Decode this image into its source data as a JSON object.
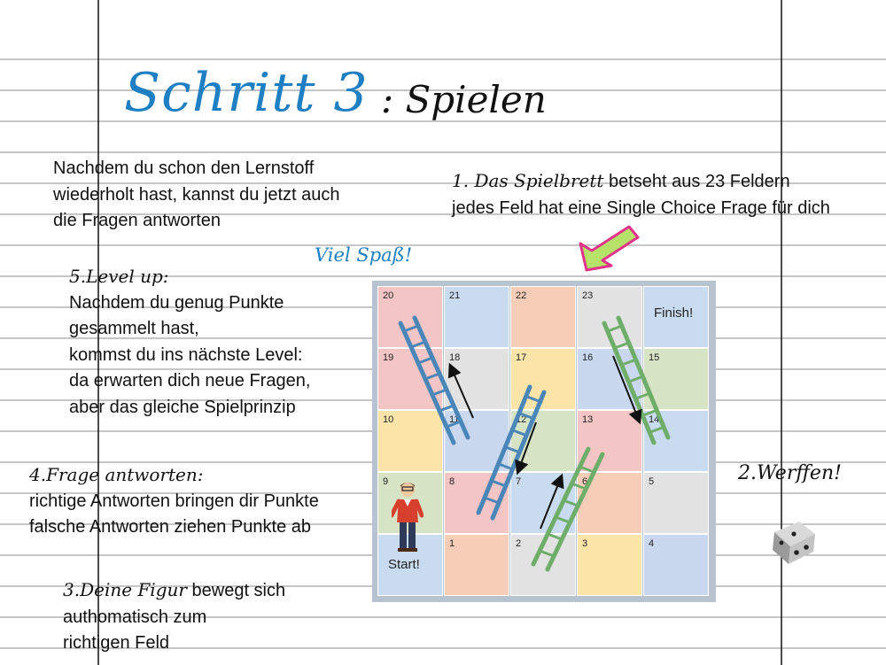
{
  "title": "Schritt 3",
  "subtitle": ": Spielen",
  "intro": {
    "lines": [
      "Nachdem du schon den Lernstoff",
      "wiederholt hast, kannst du jetzt auch",
      "die Fragen antworten"
    ]
  },
  "step1": {
    "heading": "1. Das Spielbrett",
    "line1_rest": " betseht aus 23 Feldern",
    "line2": "jedes Feld hat eine Single Choice Frage für dich"
  },
  "fun": "Viel Spaß!",
  "step5": {
    "heading": "5.Level up:",
    "lines": [
      "Nachdem du genug Punkte",
      "gesammelt hast,",
      "kommst du ins nächste Level:",
      "da erwarten dich neue Fragen,",
      "aber das gleiche Spielprinzip"
    ]
  },
  "step4": {
    "heading": "4.Frage antworten:",
    "lines": [
      "richtige Antworten bringen dir Punkte",
      "falsche Antworten ziehen Punkte ab"
    ]
  },
  "step2": "2.Werffen!",
  "step3": {
    "heading": "3.Deine Figur",
    "line1_rest": " bewegt sich",
    "lines": [
      "authomatisch zum",
      "richtigen Feld"
    ]
  },
  "board": {
    "rows": [
      [
        {
          "n": "20",
          "c": "#f4c5c5"
        },
        {
          "n": "21",
          "c": "#c9dbef"
        },
        {
          "n": "22",
          "c": "#f6cdb6"
        },
        {
          "n": "23",
          "c": "#e2e2e2"
        },
        {
          "n": "",
          "c": "#c9dbef"
        }
      ],
      [
        {
          "n": "19",
          "c": "#f4c5c5"
        },
        {
          "n": "18",
          "c": "#e2e2e2"
        },
        {
          "n": "17",
          "c": "#fbe4a8"
        },
        {
          "n": "16",
          "c": "#c9d7ef"
        },
        {
          "n": "15",
          "c": "#d6e4c5"
        }
      ],
      [
        {
          "n": "10",
          "c": "#fbe4a8"
        },
        {
          "n": "11",
          "c": "#c9d7ef"
        },
        {
          "n": "12",
          "c": "#d6e4c5"
        },
        {
          "n": "13",
          "c": "#f4c5c5"
        },
        {
          "n": "14",
          "c": "#c9dbef"
        }
      ],
      [
        {
          "n": "9",
          "c": "#d6e4c5"
        },
        {
          "n": "8",
          "c": "#f4c5c5"
        },
        {
          "n": "7",
          "c": "#c9dbef"
        },
        {
          "n": "6",
          "c": "#f6cdb6"
        },
        {
          "n": "5",
          "c": "#e2e2e2"
        }
      ],
      [
        {
          "n": "",
          "c": "#c9dbef"
        },
        {
          "n": "1",
          "c": "#f6cdb6"
        },
        {
          "n": "2",
          "c": "#e2e2e2"
        },
        {
          "n": "3",
          "c": "#fbe4a8"
        },
        {
          "n": "4",
          "c": "#c9d7ef"
        }
      ]
    ],
    "finish": "Finish!",
    "start": "Start!"
  },
  "colors": {
    "accent_blue": "#1f7fc3",
    "arrow_pink": "#e0338a",
    "arrow_green": "#b7e26a",
    "margin_line": "#111111",
    "ruled_line": "#8c8c8c",
    "ladder_blue": "#4a86b8",
    "ladder_green": "#6fae6a"
  }
}
